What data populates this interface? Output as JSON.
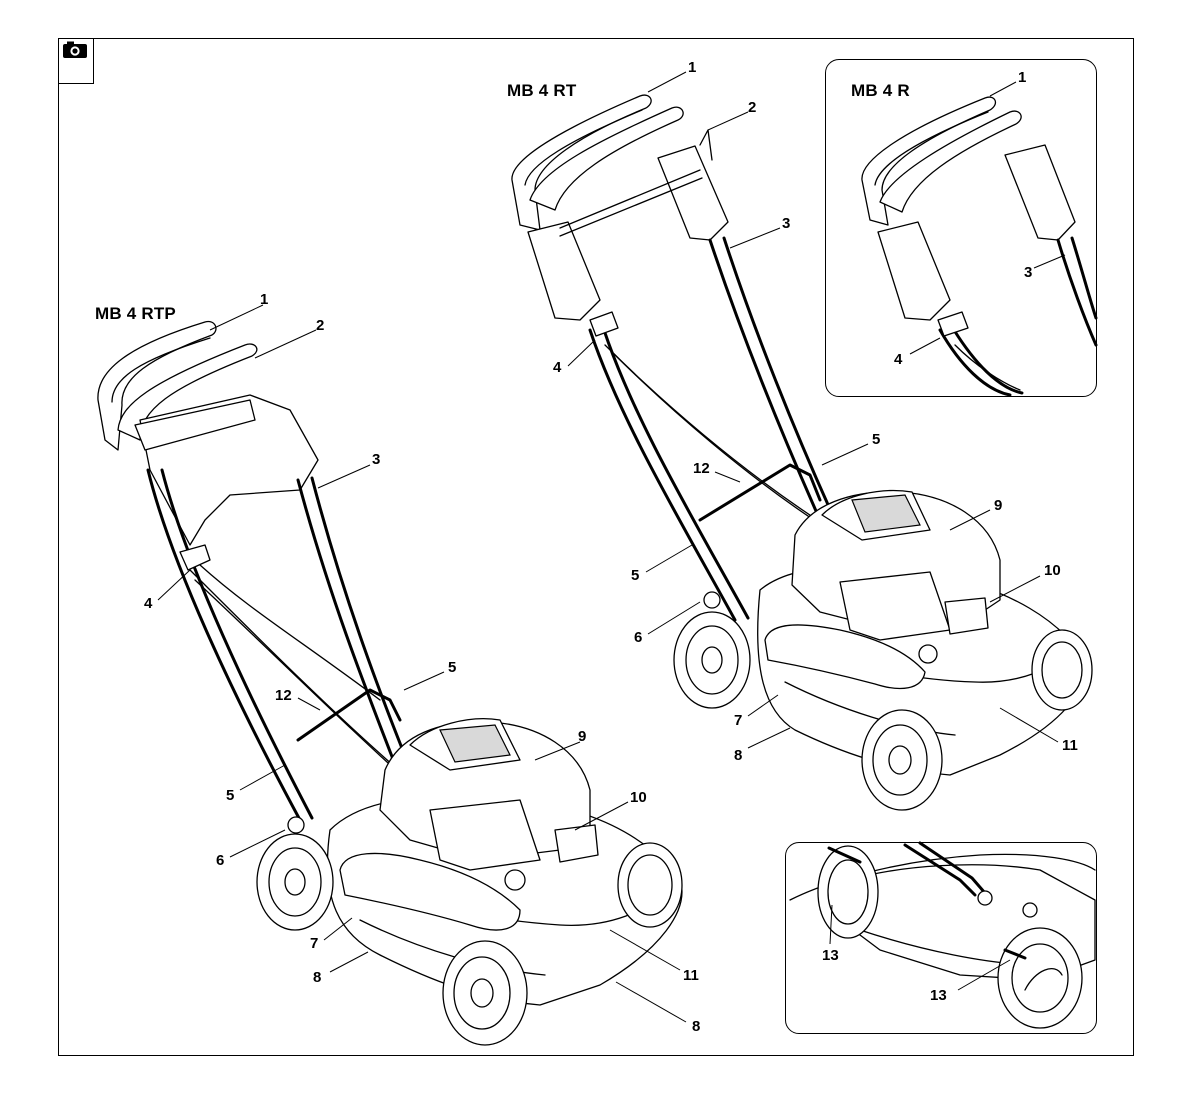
{
  "models": {
    "rtp": "MB 4 RTP",
    "rt": "MB 4 RT",
    "r": "MB 4 R"
  },
  "icons": {
    "header": "camera-icon"
  },
  "labels": {
    "rtp": [
      "1",
      "2",
      "3",
      "4",
      "5",
      "12",
      "5",
      "9",
      "10",
      "6",
      "7",
      "8",
      "11",
      "8"
    ],
    "rt": [
      "1",
      "2",
      "3",
      "4",
      "5",
      "12",
      "5",
      "9",
      "10",
      "6",
      "7",
      "8",
      "11"
    ],
    "r": [
      "1",
      "3",
      "4"
    ],
    "detail": [
      "13",
      "13"
    ]
  }
}
